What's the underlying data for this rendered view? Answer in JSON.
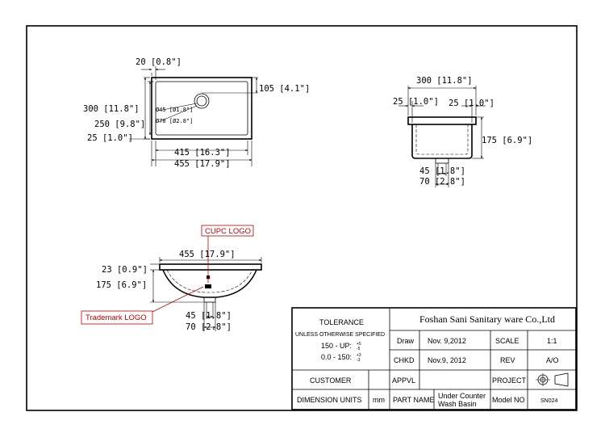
{
  "top_view": {
    "dim_flange": "20 [0.8\"]",
    "dim_drain_offset": "105 [4.1\"]",
    "dim_overall_width": "300 [11.8\"]",
    "dim_inner_width": "250 [9.8\"]",
    "dim_bottom_margin": "25 [1.0\"]",
    "drain_outer": "Ø45 [Ø1.8\"]",
    "drain_inner": "Ø70 [Ø2.8\"]",
    "dim_inner_length": "415 [16.3\"]",
    "dim_overall_length": "455 [17.9\"]"
  },
  "side_view": {
    "dim_width": "300 [11.8\"]",
    "dim_left_wall": "25 [1.0\"]",
    "dim_right_wall": "25 [1.0\"]",
    "dim_depth": "175 [6.9\"]",
    "dim_drain_small": "45 [1.8\"]",
    "dim_drain_large": "70 [2.8\"]"
  },
  "front_view": {
    "cupc_logo": "CUPC LOGO",
    "trademark_logo": "Trademark LOGO",
    "dim_length": "455 [17.9\"]",
    "dim_rim": "23 [0.9\"]",
    "dim_depth": "175 [6.9\"]",
    "dim_drain_small": "45 [1.8\"]",
    "dim_drain_large": "70 [2.8\"]"
  },
  "title_block": {
    "tolerance": "TOLERANCE",
    "unless": "UNLESS OTHERWISE SPECIFIED",
    "tol_150": "150 - UP:",
    "tol_150_sup": "+5",
    "tol_150_sub": "-5",
    "tol_0": "0.0 - 150:",
    "tol_0_sup": "+3",
    "tol_0_sub": "-3",
    "company": "Foshan Sani Sanitary ware Co.,Ltd",
    "draw_label": "Draw",
    "draw_date": "Nov. 9,2012",
    "scale_label": "SCALE",
    "scale_value": "1:1",
    "chkd_label": "CHKD",
    "chkd_date": "Nov.9, 2012",
    "rev_label": "REV",
    "rev_value": "A/O",
    "customer_label": "CUSTOMER",
    "appvl_label": "APPVL",
    "project_label": "PROJECT",
    "dimension_units_label": "DIMENSION UNITS",
    "dimension_units_value": "mm",
    "part_name_label": "PART NAME",
    "part_name_line1": "Under Counter",
    "part_name_line2": "Wash Basin",
    "model_no_label": "Model NO",
    "model_no_value": "SN024"
  }
}
